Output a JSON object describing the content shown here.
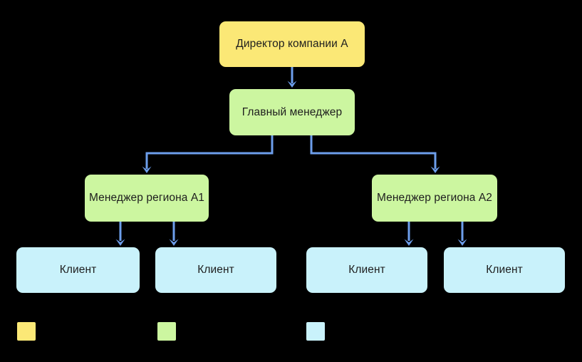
{
  "diagram": {
    "nodes": {
      "director": {
        "label": "Директор компании А"
      },
      "chief_manager": {
        "label": "Главный менеджер"
      },
      "manager_a1": {
        "label": "Менеджер региона А1"
      },
      "manager_a2": {
        "label": "Менеджер региона А2"
      },
      "client_1": {
        "label": "Клиент"
      },
      "client_2": {
        "label": "Клиент"
      },
      "client_3": {
        "label": "Клиент"
      },
      "client_4": {
        "label": "Клиент"
      }
    },
    "colors": {
      "background": "#000000",
      "connector": "#6D9EEB",
      "text": "#1E1E1E",
      "node_yellow": "#FBE876",
      "node_green": "#CCF6A0",
      "node_blue": "#C9F2FB"
    },
    "legend": {
      "swatches": [
        {
          "name": "yellow",
          "color": "#FBE876"
        },
        {
          "name": "green",
          "color": "#CCF6A0"
        },
        {
          "name": "blue",
          "color": "#C9F2FB"
        }
      ]
    }
  }
}
